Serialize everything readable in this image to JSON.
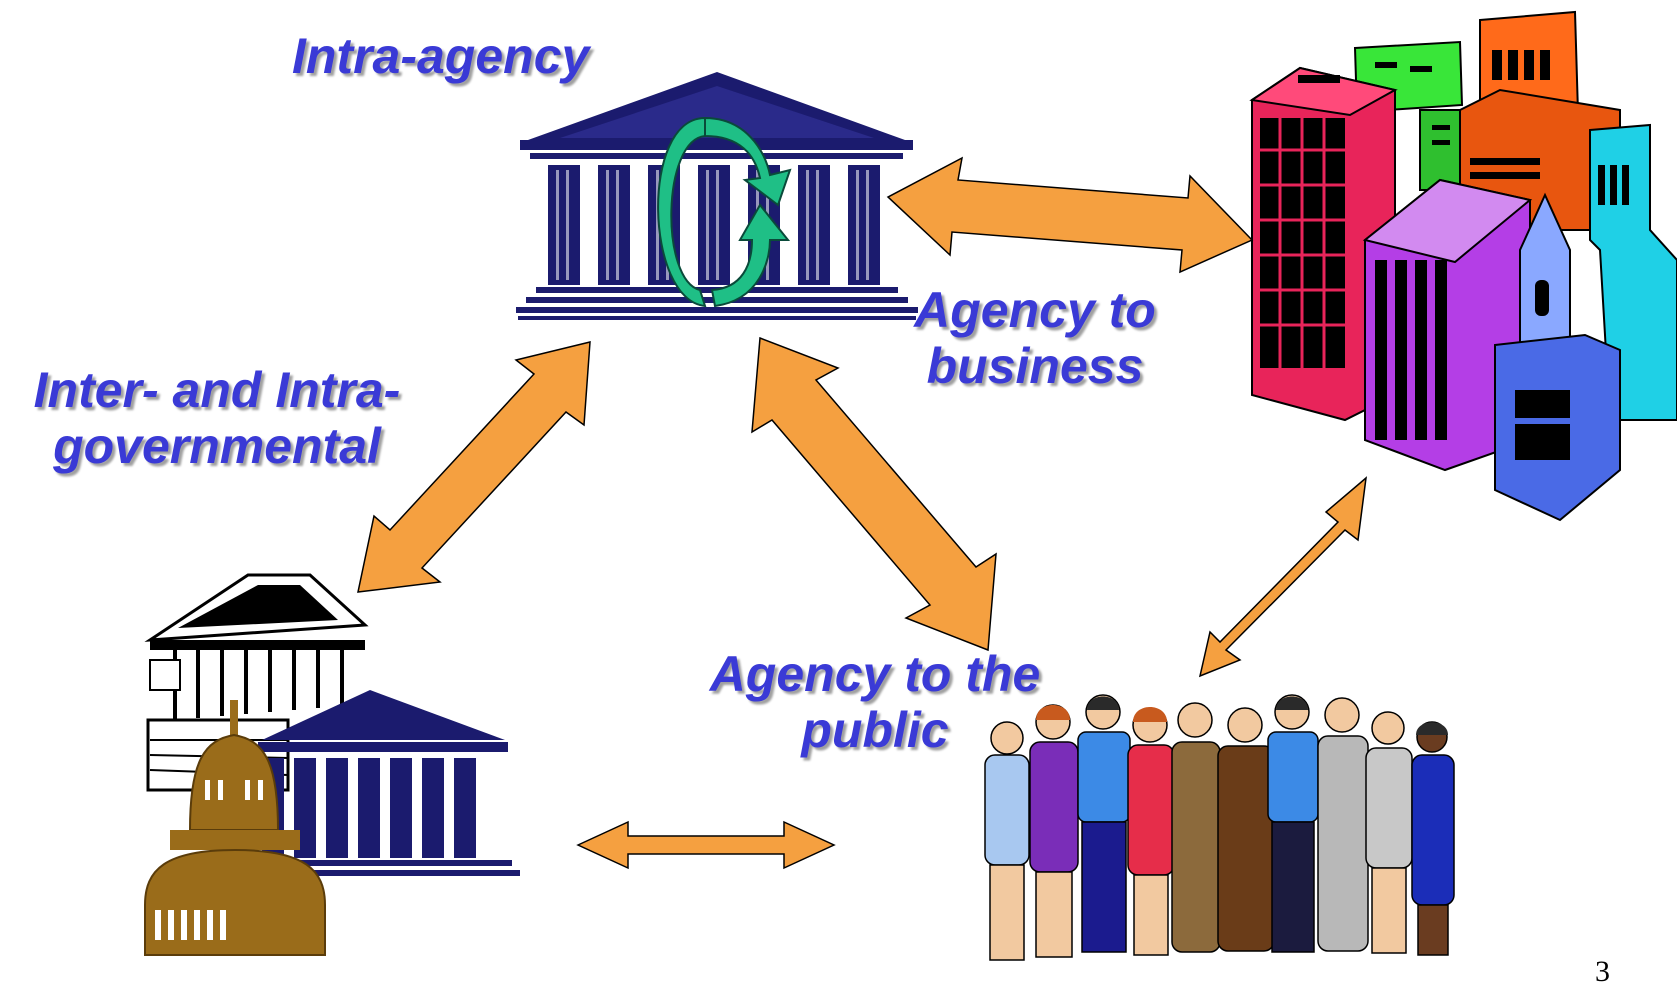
{
  "labels": {
    "intra_agency": "Intra-agency",
    "agency_business_1": "Agency to",
    "agency_business_2": "business",
    "inter_intra_1": "Inter- and Intra-",
    "inter_intra_2": "governmental",
    "agency_public_1": "Agency to the",
    "agency_public_2": "public"
  },
  "slide_number": "3",
  "colors": {
    "label": "#3a3ad6",
    "arrow_fill": "#f5a040",
    "arrow_stroke": "#000000",
    "building_navy": "#1b1b6e",
    "cycle_green": "#1fbf86",
    "capitol_brown": "#9a6c1a"
  },
  "icons": [
    "agency-building-icon",
    "cycle-arrows-icon",
    "city-buildings-icon",
    "government-buildings-icon",
    "people-group-icon"
  ]
}
